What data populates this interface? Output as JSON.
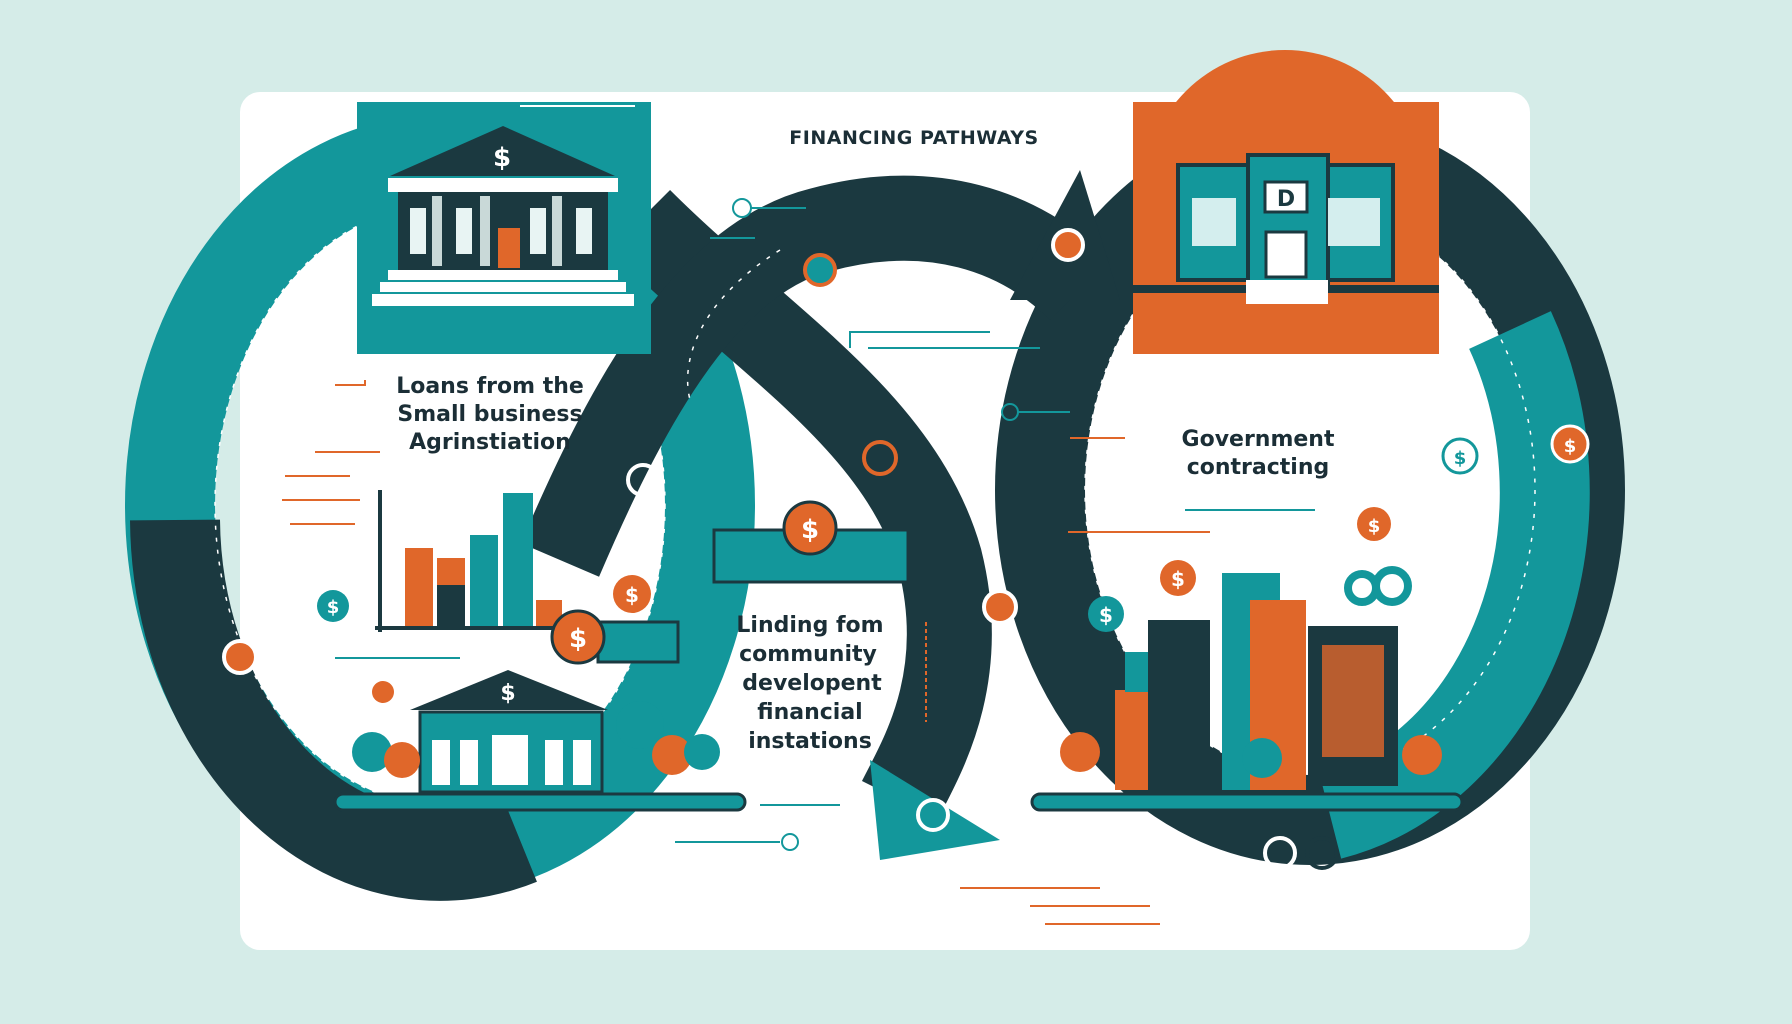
{
  "title": "FINANCING PATHWAYS",
  "pathways": [
    {
      "label_lines": [
        "Loans from the",
        "Small business",
        "Agrinstiation"
      ]
    },
    {
      "label_lines": [
        "Linding fom",
        "community",
        "developent",
        "financial",
        "instations"
      ]
    },
    {
      "label_lines": [
        "Government",
        "contracting"
      ]
    }
  ],
  "icons": {
    "bank_top_symbol": "$",
    "bank_bottom_symbol": "$",
    "government_building_sign": "D",
    "coin_symbol": "$"
  },
  "colors": {
    "background": "#d5ece8",
    "panel": "#ffffff",
    "teal": "#13979b",
    "dark": "#1b3940",
    "orange": "#e0672a"
  }
}
